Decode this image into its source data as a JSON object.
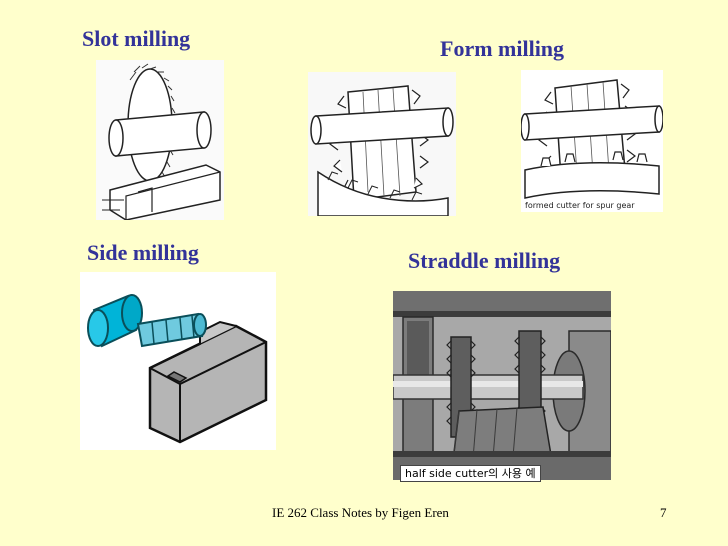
{
  "titles": {
    "slot": "Slot milling",
    "form": "Form milling",
    "side": "Side milling",
    "straddle": "Straddle milling"
  },
  "captions": {
    "form_gear": "formed cutter for spur gear",
    "straddle_korean": "half side cutter의 사용 예"
  },
  "footer": {
    "credit": "IE 262 Class Notes by Figen Eren",
    "page_number": "7"
  }
}
